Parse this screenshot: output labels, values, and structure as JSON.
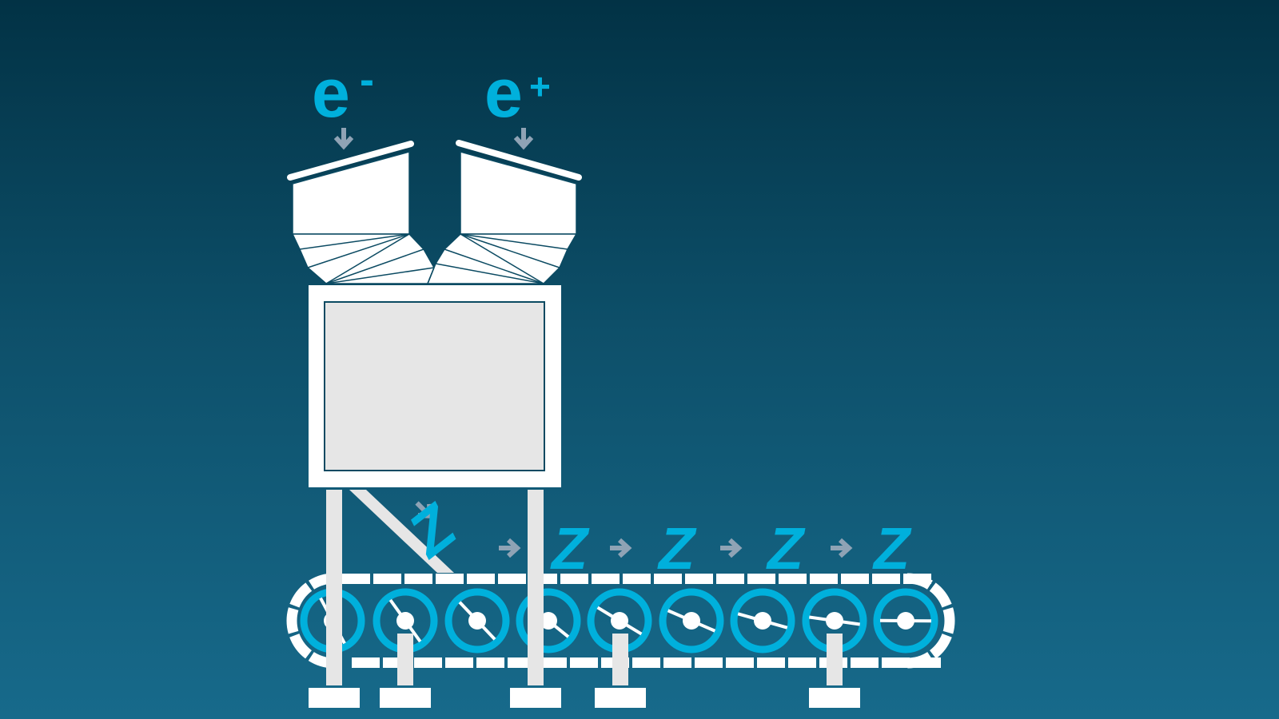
{
  "labels": {
    "electron": {
      "letter": "e",
      "sign": "-"
    },
    "positron": {
      "letter": "e",
      "sign": "+"
    },
    "product": "Z"
  },
  "colors": {
    "accent": "#00b0dc",
    "arrow": "#8fa3b5",
    "machine": "#ffffff",
    "window": "#e6e6e6"
  }
}
